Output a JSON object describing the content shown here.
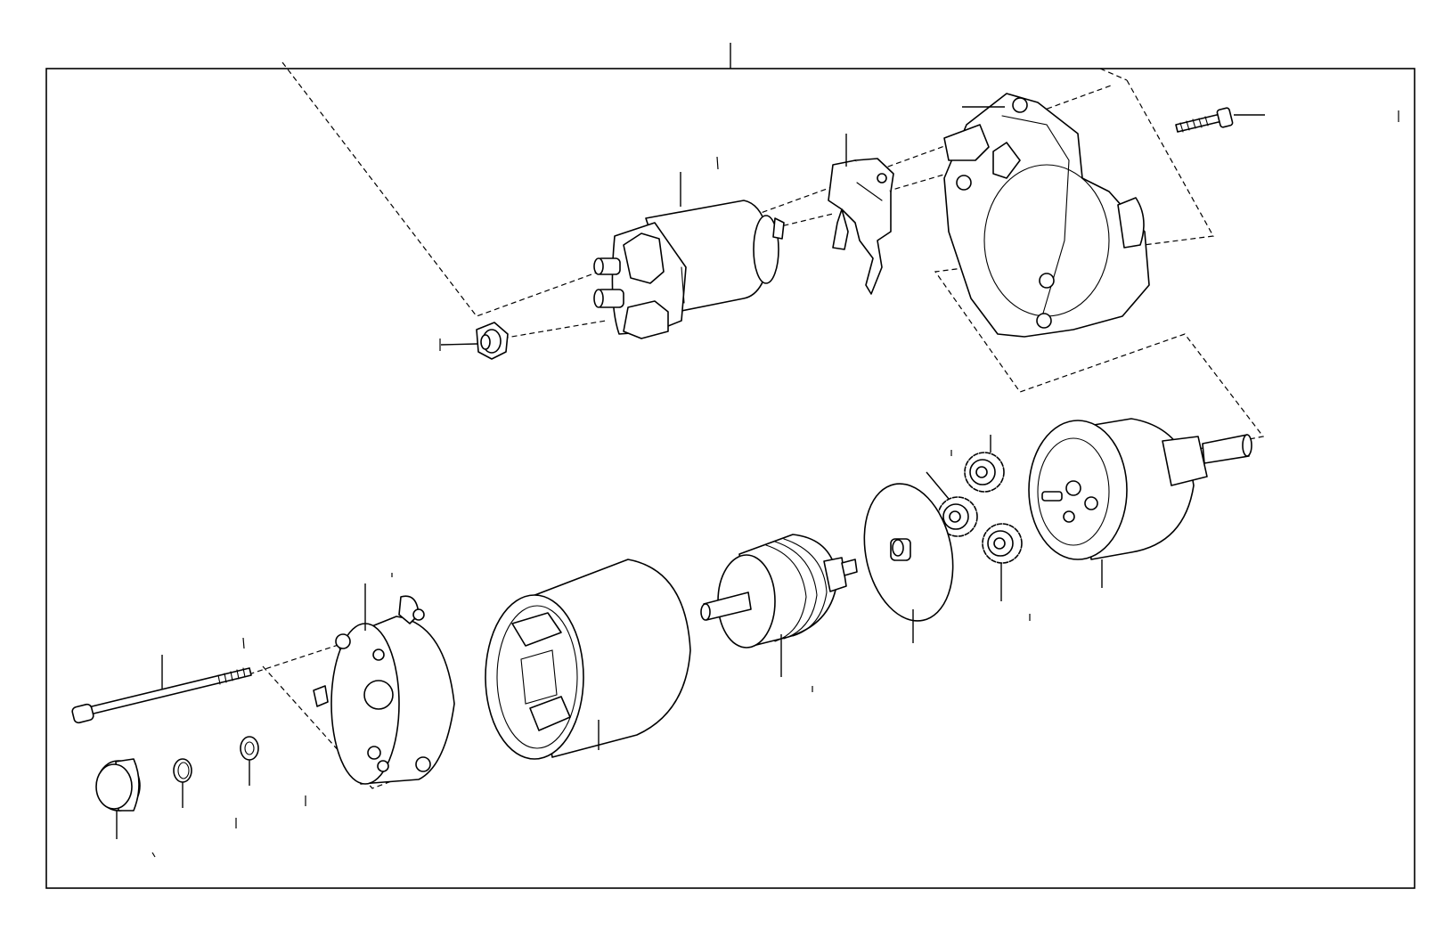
{
  "diagram": {
    "description_visible_text": "",
    "parts": [
      {
        "id": "solenoid"
      },
      {
        "id": "shift-lever"
      },
      {
        "id": "drive-housing"
      },
      {
        "id": "housing-screw"
      },
      {
        "id": "terminal-nut"
      },
      {
        "id": "clutch-pinion-assembly"
      },
      {
        "id": "planetary-gear-1"
      },
      {
        "id": "planetary-gear-2"
      },
      {
        "id": "planetary-gear-3"
      },
      {
        "id": "center-bearing-plate"
      },
      {
        "id": "armature"
      },
      {
        "id": "yoke"
      },
      {
        "id": "commutator-end-frame"
      },
      {
        "id": "through-bolt"
      },
      {
        "id": "end-cover"
      },
      {
        "id": "lock-ring"
      },
      {
        "id": "washer"
      }
    ]
  }
}
